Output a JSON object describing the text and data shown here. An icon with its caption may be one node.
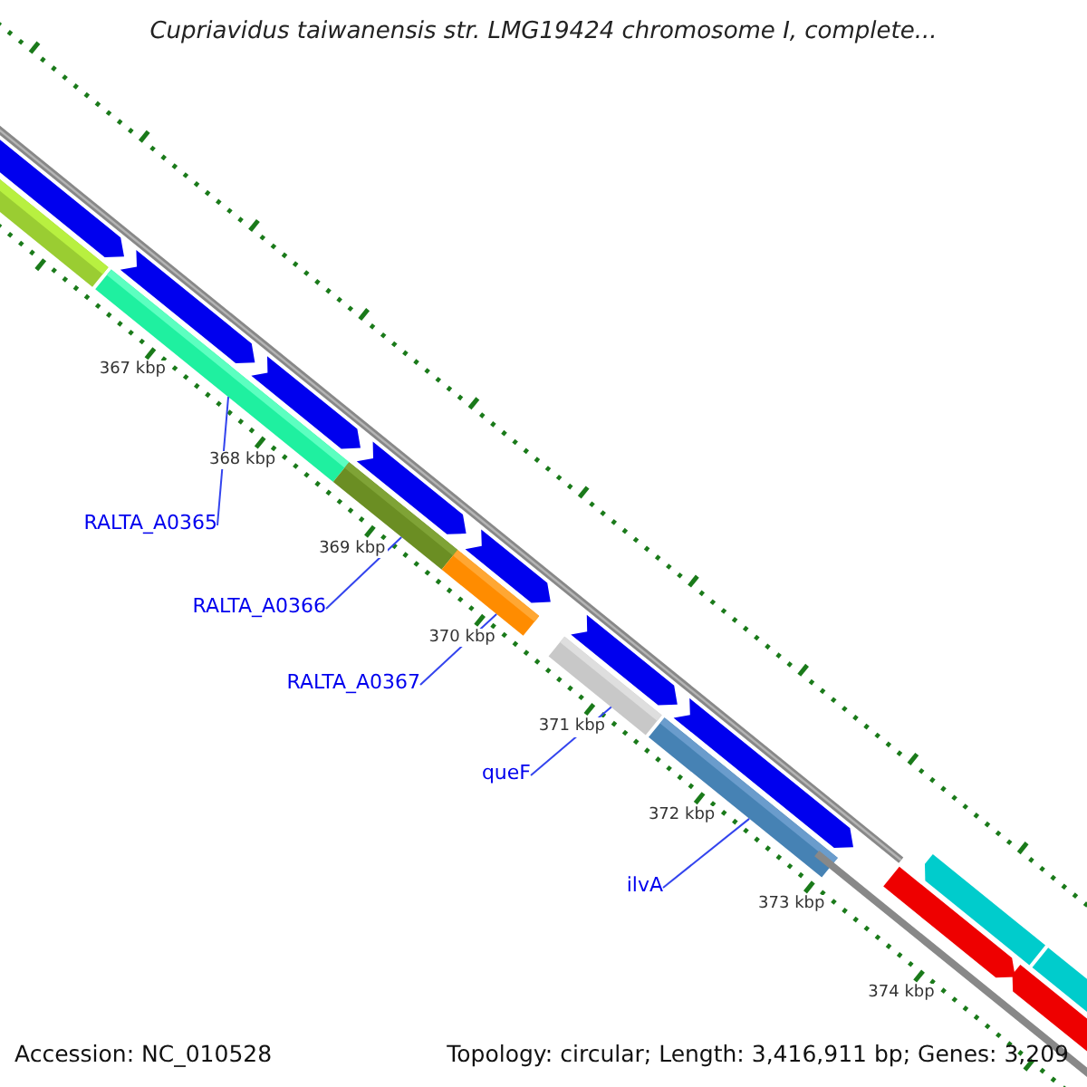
{
  "diagram": {
    "title": "Cupriavidus taiwanensis str. LMG19424 chromosome I, complete...",
    "nodes": [
      {
        "text": [
          "RALTA_A0365"
        ]
      },
      {
        "text": [
          "RALTA_A0366"
        ]
      },
      {
        "text": [
          "RALTA_A0367"
        ]
      },
      {
        "text": [
          "queF"
        ]
      },
      {
        "text": [
          "ilvA"
        ]
      },
      {
        "text": [],
        "shape": "bar"
      },
      {
        "text": [],
        "shape": "bar"
      },
      {
        "text": [],
        "shape": "bar"
      },
      {
        "text": [],
        "shape": "bar"
      },
      {
        "text": [],
        "shape": "bar"
      }
    ],
    "edges": [
      {
        "from": 0,
        "to": 5,
        "arrow": "none"
      },
      {
        "from": 1,
        "to": 6,
        "arrow": "none"
      },
      {
        "from": 2,
        "to": 7,
        "arrow": "none"
      },
      {
        "from": 3,
        "to": 8,
        "arrow": "none"
      },
      {
        "from": 4,
        "to": 9,
        "arrow": "none"
      }
    ],
    "labels": [
      "367 kbp",
      "368 kbp",
      "369 kbp",
      "370 kbp",
      "371 kbp",
      "372 kbp",
      "373 kbp",
      "374 kbp",
      "Accession: NC_010528",
      "Topology: circular; Length: 3,416,911 bp; Genes: 3,209"
    ]
  }
}
